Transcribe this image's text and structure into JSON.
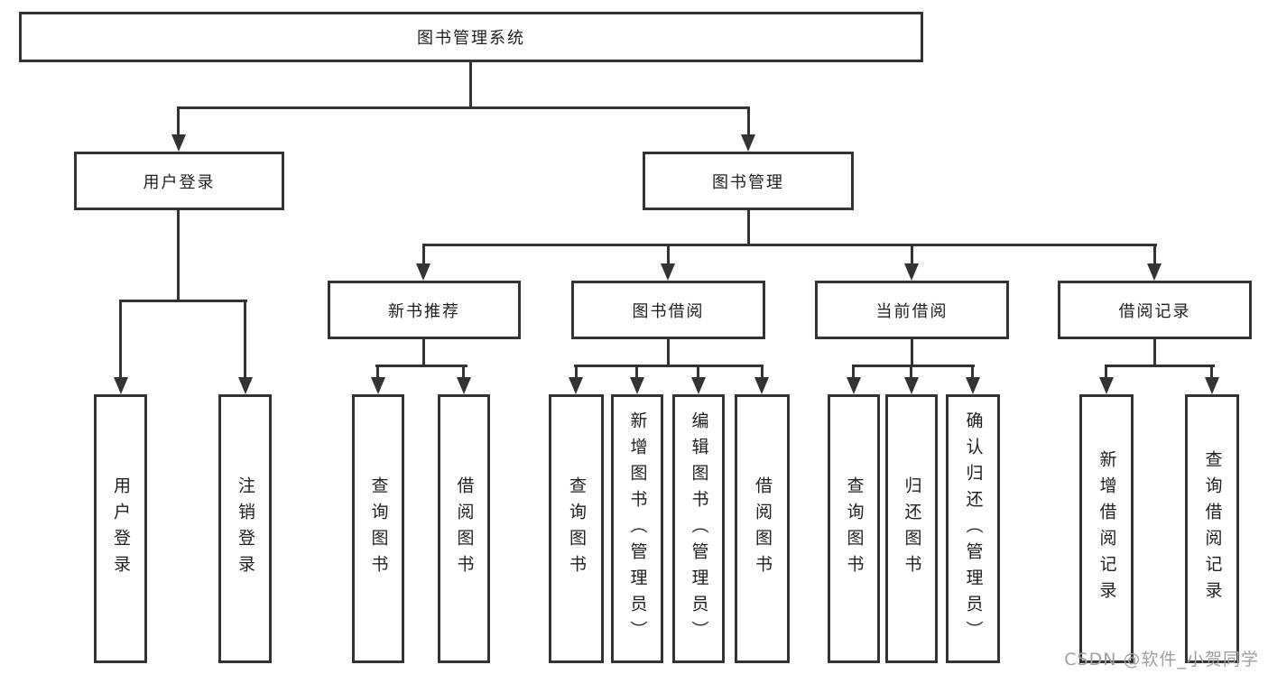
{
  "diagram": {
    "tree": {
      "label": "图书管理系统",
      "children": [
        {
          "label": "用户登录",
          "children": [
            {
              "label": "用户登录"
            },
            {
              "label": "注销登录"
            }
          ]
        },
        {
          "label": "图书管理",
          "children": [
            {
              "label": "新书推荐",
              "children": [
                {
                  "label": "查询图书"
                },
                {
                  "label": "借阅图书"
                }
              ]
            },
            {
              "label": "图书借阅",
              "children": [
                {
                  "label": "查询图书"
                },
                {
                  "label": "新增图书（管理员）"
                },
                {
                  "label": "编辑图书（管理员）"
                },
                {
                  "label": "借阅图书"
                }
              ]
            },
            {
              "label": "当前借阅",
              "children": [
                {
                  "label": "查询图书"
                },
                {
                  "label": "归还图书"
                },
                {
                  "label": "确认归还（管理员）"
                }
              ]
            },
            {
              "label": "借阅记录",
              "children": [
                {
                  "label": "新增借阅记录"
                },
                {
                  "label": "查询借阅记录"
                }
              ]
            }
          ]
        }
      ]
    },
    "colors": {
      "line": "#333333",
      "text": "#1f1f1f",
      "box_background": "#ffffff",
      "watermark": "#9e9e9e"
    }
  },
  "watermark": {
    "text": "CSDN @软件_小贺同学"
  }
}
